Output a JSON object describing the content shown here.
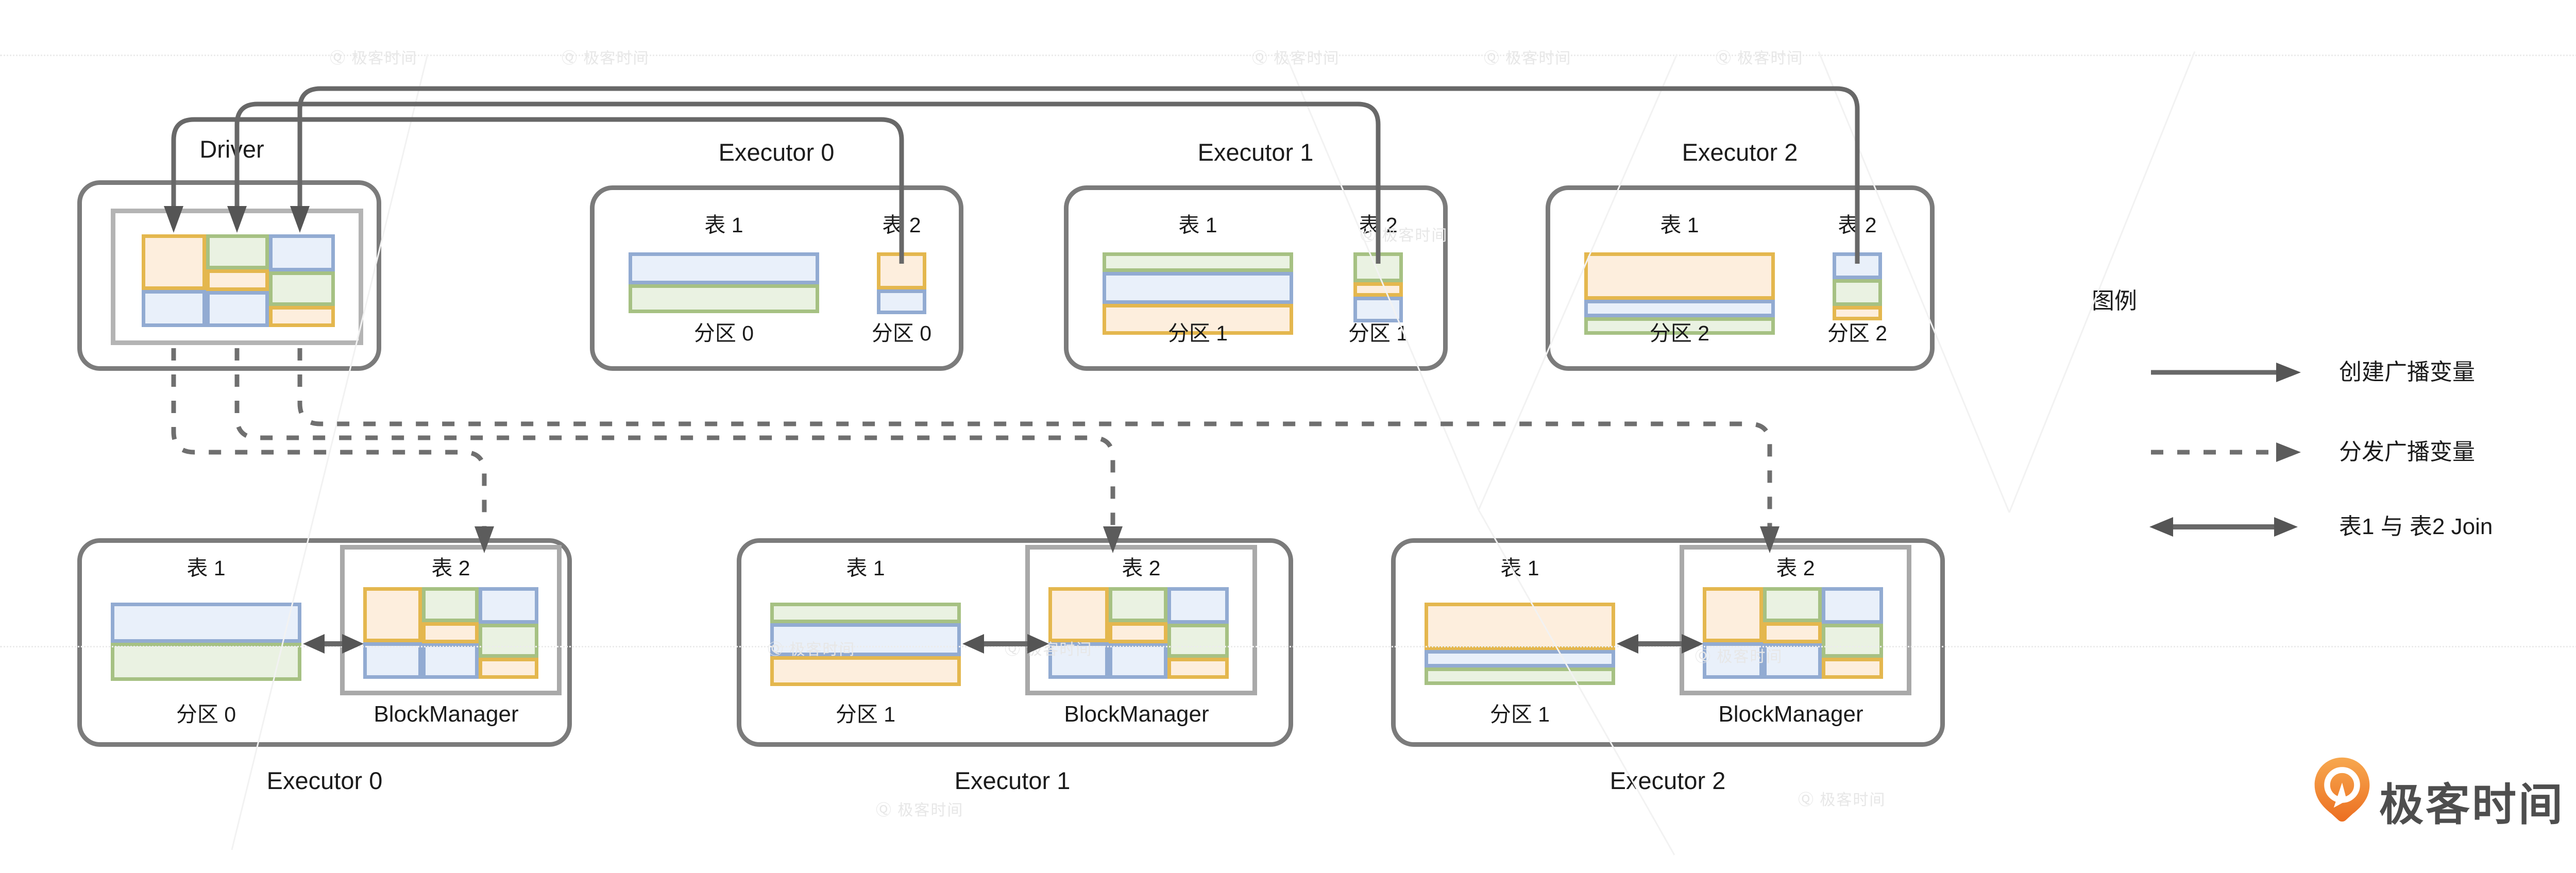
{
  "driver": {
    "title": "Driver"
  },
  "top_executors": [
    {
      "title": "Executor 0",
      "table1_label": "表 1",
      "table2_label": "表 2",
      "table1_partition": "分区 0",
      "table2_partition": "分区 0"
    },
    {
      "title": "Executor 1",
      "table1_label": "表 1",
      "table2_label": "表 2",
      "table1_partition": "分区 1",
      "table2_partition": "分区 1"
    },
    {
      "title": "Executor 2",
      "table1_label": "表 1",
      "table2_label": "表 2",
      "table1_partition": "分区 2",
      "table2_partition": "分区 2"
    }
  ],
  "bottom_executors": [
    {
      "title": "Executor 0",
      "table1_label": "表 1",
      "table2_label": "表 2",
      "table1_partition": "分区 0",
      "blockmanager_label": "BlockManager"
    },
    {
      "title": "Executor 1",
      "table1_label": "表 1",
      "table2_label": "表 2",
      "table1_partition": "分区 1",
      "blockmanager_label": "BlockManager"
    },
    {
      "title": "Executor 2",
      "table1_label": "表 1",
      "table2_label": "表 2",
      "table1_partition": "分区 1",
      "blockmanager_label": "BlockManager"
    }
  ],
  "legend": {
    "title": "图例",
    "items": [
      {
        "style": "solid-arrow",
        "label": "创建广播变量"
      },
      {
        "style": "dashed-arrow",
        "label": "分发广播变量"
      },
      {
        "style": "double-arrow",
        "label": "表1 与 表2 Join"
      }
    ]
  },
  "logo": {
    "text": "极客时间"
  },
  "watermark": {
    "text": "Ⓠ 极客时间"
  },
  "colors": {
    "box_border": "#7b7b7b",
    "inner_border": "#b4b4b4",
    "line": "#686868",
    "orange_fill": "#fdeedd",
    "orange_border": "#e4b74e",
    "green_fill": "#eaf2e2",
    "green_border": "#a6c183",
    "blue_fill": "#e9f0fa",
    "blue_border": "#92abd2",
    "logo_orange": "#ee7b2d"
  }
}
